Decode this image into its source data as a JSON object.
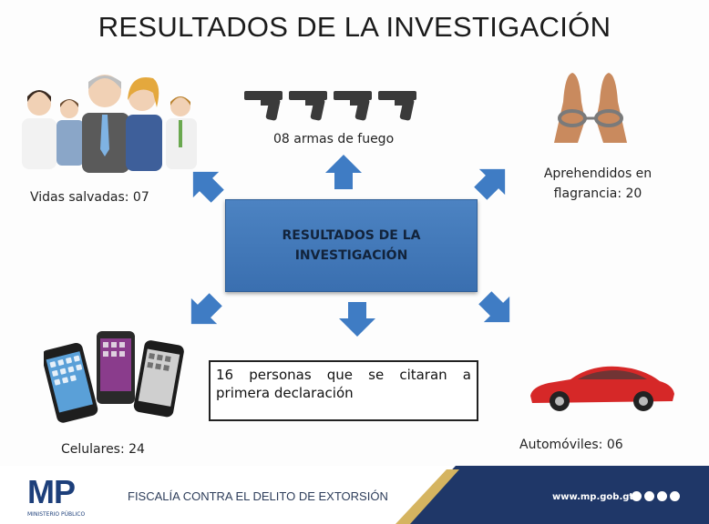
{
  "title": "RESULTADOS DE LA INVESTIGACIÓN",
  "center_box": {
    "text": "RESULTADOS DE LA INVESTIGACIÓN"
  },
  "results": {
    "weapons": "08 armas de fuego",
    "lives_saved": "Vidas salvadas: 07",
    "arrested": "Aprehendidos en flagrancia: 20",
    "phones": "Celulares: 24",
    "cars": "Automóviles: 06",
    "summons": "16 personas que se citaran a primera declaración"
  },
  "footer": {
    "logo": "MP",
    "logo_sub": "MINISTERIO PÚBLICO",
    "office": "FISCALÍA CONTRA EL DELITO DE EXTORSIÓN",
    "website": "www.mp.gob.gt"
  },
  "colors": {
    "box_blue": "#3f76b8",
    "arrow_blue": "#3f7cc4",
    "footer_navy": "#1f3768",
    "footer_gold": "#d5b460"
  },
  "icons": [
    "people-group-icon",
    "handgun-icon",
    "handcuffs-icon",
    "smartphone-icon",
    "car-icon",
    "arrow-icon"
  ]
}
